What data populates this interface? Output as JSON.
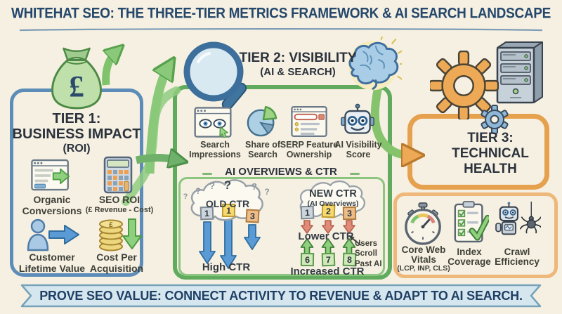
{
  "header": {
    "title": "WHITEHAT SEO: THE THREE-TIER METRICS FRAMEWORK & AI SEARCH LANDSCAPE"
  },
  "tier1": {
    "heading": "TIER 1:\nBUSINESS IMPACT",
    "subheading": "(ROI)",
    "bag_symbol": "£",
    "coin_symbol": "£",
    "metrics": [
      {
        "label": "Organic\nConversions"
      },
      {
        "label": "SEO ROI",
        "sublabel": "(£ Revenue - Cost)"
      },
      {
        "label": "Customer\nLifetime Value"
      },
      {
        "label": "Cost Per\nAcquisition"
      }
    ]
  },
  "tier2": {
    "heading": "TIER 2: VISIBILITY",
    "subheading": "(AI & SEARCH)",
    "metrics": [
      {
        "label": "Search\nImpressions"
      },
      {
        "label": "Share of\nSearch"
      },
      {
        "label": "SERP Feature\nOwnership"
      },
      {
        "label": "AI Visibility\nScore"
      }
    ]
  },
  "ai_ctr": {
    "title": "AI OVERVIEWS & CTR",
    "question_mark": "?",
    "old": {
      "cloud_label": "OLD CTR",
      "ranks": [
        "1",
        "1",
        "3"
      ],
      "caption": "High CTR"
    },
    "new": {
      "cloud_label": "NEW CTR",
      "cloud_sublabel": "(AI Overviews)",
      "ranks_top": [
        "1",
        "2",
        "3"
      ],
      "caption_mid": "Lower CTR",
      "ranks_bottom": [
        "6",
        "7",
        "8"
      ],
      "caption_bottom": "Increased CTR",
      "annotation": "Users\nScroll\nPast AI"
    }
  },
  "tier3": {
    "heading": "TIER 3:\nTECHNICAL\nHEALTH",
    "metrics": [
      {
        "label": "Core Web\nVitals",
        "sublabel": "(LCP, INP, CLS)"
      },
      {
        "label": "Index\nCoverage"
      },
      {
        "label": "Crawl\nEfficiency"
      }
    ]
  },
  "footer": {
    "banner": "PROVE SEO VALUE: CONNECT ACTIVITY TO REVENUE & ADAPT TO AI SEARCH."
  },
  "colors": {
    "background": "#f6f0e2",
    "title_text": "#24476b",
    "tier1_border": "#5c8cb8",
    "tier2_border": "#61ab5f",
    "tier3_border": "#e6a14f",
    "ai_box_border": "#8cc57f",
    "banner_fill": "#d6e6ee",
    "banner_border": "#76a3ba",
    "banner_text": "#1f4066",
    "arrow_blue": "#5b9bd5",
    "arrow_red": "#e08a78",
    "arrow_green_up": "#8fd07e",
    "flow_green": "#8bc97a",
    "rank_gray": "#ccd5db",
    "rank_yellow": "#f6da6e",
    "rank_orange": "#edbd89",
    "rank_green": "#cfe9b9",
    "heading_text": "#2b323c",
    "label_text": "#3f4038"
  }
}
